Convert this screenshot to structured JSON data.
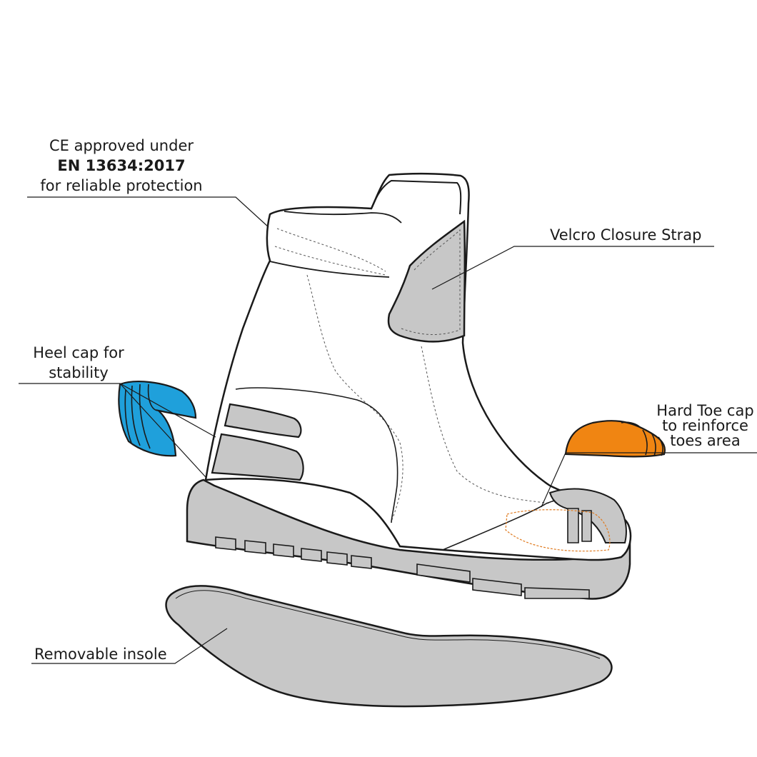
{
  "callouts": {
    "ce": {
      "line1": "CE approved under",
      "standard": "EN 13634:2017",
      "line3": "for reliable protection"
    },
    "velcro": "Velcro Closure Strap",
    "heel": {
      "line1": "Heel cap for",
      "line2": "stability"
    },
    "toe": {
      "line1": "Hard Toe cap",
      "line2": "to reinforce",
      "line3": "toes area"
    },
    "insole": "Removable insole"
  },
  "colors": {
    "outline": "#1a1a1a",
    "boot_body": "#ffffff",
    "panels": "#c7c7c7",
    "heel_cap": "#1fa0db",
    "toe_cap": "#f08512",
    "stitch_toe": "#e07b20"
  },
  "illustration": {
    "subject": "motorcycle boot exploded view",
    "parts": [
      "boot-shell",
      "velcro-strap",
      "heel-cap",
      "toe-cap",
      "sole",
      "insole"
    ]
  }
}
